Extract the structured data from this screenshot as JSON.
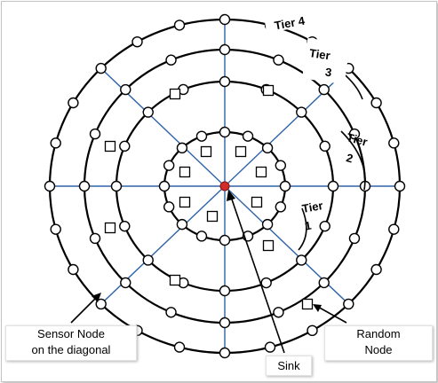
{
  "diagram": {
    "tier_labels": [
      {
        "lines": [
          "Tier 4"
        ]
      },
      {
        "lines": [
          "Tier",
          "3"
        ]
      },
      {
        "lines": [
          "Tier",
          "2"
        ]
      },
      {
        "lines": [
          "Tier",
          "1"
        ]
      }
    ],
    "sensor_node_label": {
      "line1": "Sensor Node",
      "line2": "on the diagonal"
    },
    "random_node_label": {
      "line1": "Random",
      "line2": "Node"
    },
    "sink_label": "Sink",
    "colors": {
      "ring": "#000000",
      "diagonal": "#2e63a8",
      "sink": "#d42a2a",
      "node_fill": "#ffffff"
    },
    "icons": [
      "sensor-node-icon",
      "random-node-icon",
      "sink-icon",
      "arrow-icon"
    ]
  }
}
